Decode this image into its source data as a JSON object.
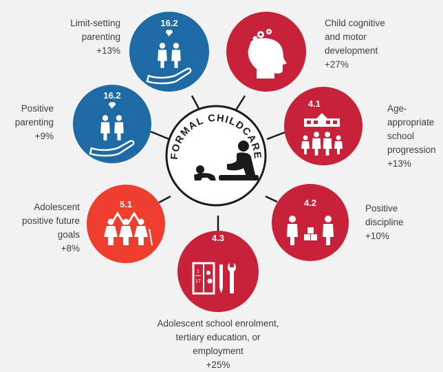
{
  "center": {
    "title": "FORMAL CHILDCARE",
    "icon": "caregiver-with-crawling-child-icon"
  },
  "colors": {
    "blue": "#1d6aa4",
    "red": "#c8213a",
    "orange": "#ef3d2f",
    "connector": "#1a1a1a",
    "text": "#3d3d3d"
  },
  "outcomes": [
    {
      "id": "limit-setting",
      "sdg": "16.2",
      "color": "blue",
      "icon": "family-care-hand-icon",
      "label_lines": [
        "Limit-setting",
        "parenting",
        "+13%"
      ]
    },
    {
      "id": "cognitive",
      "sdg": "",
      "color": "red",
      "icon": "head-with-gears-icon",
      "label_lines": [
        "Child cognitive",
        "and motor",
        "development",
        "+27%"
      ]
    },
    {
      "id": "positive-parenting",
      "sdg": "16.2",
      "color": "blue",
      "icon": "family-care-hand-icon",
      "label_lines": [
        "Positive",
        "parenting",
        "+9%"
      ]
    },
    {
      "id": "school-progression",
      "sdg": "4.1",
      "color": "red",
      "icon": "school-children-icon",
      "label_lines": [
        "Age-",
        "appropriate",
        "school",
        "progression",
        "+13%"
      ]
    },
    {
      "id": "future-goals",
      "sdg": "5.1",
      "color": "orange",
      "icon": "women-group-icon",
      "label_lines": [
        "Adolescent",
        "positive future",
        "goals",
        "+8%"
      ]
    },
    {
      "id": "discipline",
      "sdg": "4.2",
      "color": "red",
      "icon": "parent-child-blocks-icon",
      "label_lines": [
        "Positive",
        "discipline",
        "+10%"
      ]
    },
    {
      "id": "enrolment",
      "sdg": "4.3",
      "color": "red",
      "icon": "book-and-tools-icon",
      "label_lines": [
        "Adolescent school enrolment,",
        "tertiary education, or",
        "employment",
        "+25%"
      ]
    }
  ]
}
